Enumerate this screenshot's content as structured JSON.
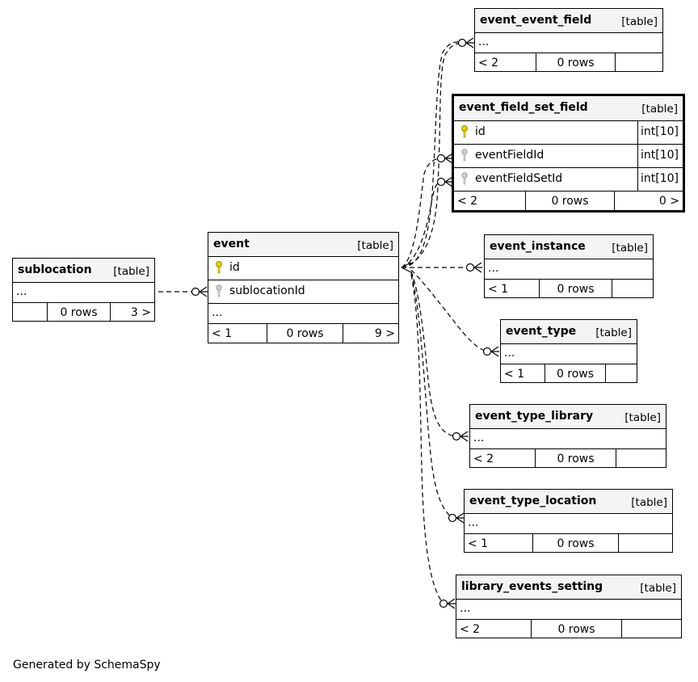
{
  "footer_text": "Generated by SchemaSpy",
  "colors": {
    "header_bg": "#f4f4f4",
    "primary_key": "#e6d200",
    "foreign_key": "#b4b4b4"
  },
  "icons": {
    "primary_key": "key-icon-gold",
    "foreign_key": "key-icon-gray"
  },
  "tables": {
    "sublocation": {
      "name": "sublocation",
      "kind": "[table]",
      "more": "...",
      "foot": [
        "",
        "0 rows",
        "3 >"
      ]
    },
    "event": {
      "name": "event",
      "kind": "[table]",
      "cols": [
        "id",
        "sublocationId"
      ],
      "more": "...",
      "foot": [
        "< 1",
        "0 rows",
        "9 >"
      ]
    },
    "event_event_field": {
      "name": "event_event_field",
      "kind": "[table]",
      "more": "...",
      "foot": [
        "< 2",
        "0 rows",
        ""
      ]
    },
    "event_field_set_field": {
      "name": "event_field_set_field",
      "kind": "[table]",
      "cols": [
        {
          "name": "id",
          "type": "int[10]"
        },
        {
          "name": "eventFieldId",
          "type": "int[10]"
        },
        {
          "name": "eventFieldSetId",
          "type": "int[10]"
        }
      ],
      "foot": [
        "< 2",
        "0 rows",
        "0 >"
      ]
    },
    "event_instance": {
      "name": "event_instance",
      "kind": "[table]",
      "more": "...",
      "foot": [
        "< 1",
        "0 rows",
        ""
      ]
    },
    "event_type": {
      "name": "event_type",
      "kind": "[table]",
      "more": "...",
      "foot": [
        "< 1",
        "0 rows",
        ""
      ]
    },
    "event_type_library": {
      "name": "event_type_library",
      "kind": "[table]",
      "more": "...",
      "foot": [
        "< 2",
        "0 rows",
        ""
      ]
    },
    "event_type_location": {
      "name": "event_type_location",
      "kind": "[table]",
      "more": "...",
      "foot": [
        "< 1",
        "0 rows",
        ""
      ]
    },
    "library_events_setting": {
      "name": "library_events_setting",
      "kind": "[table]",
      "more": "...",
      "foot": [
        "< 2",
        "0 rows",
        ""
      ]
    }
  }
}
